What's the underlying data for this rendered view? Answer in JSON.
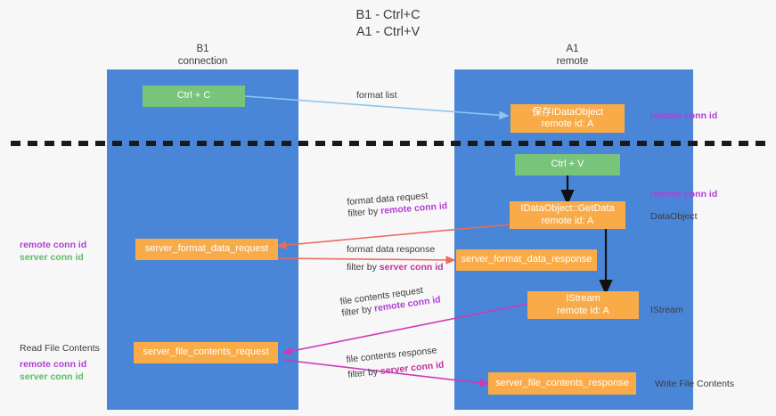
{
  "title": {
    "line1": "B1 - Ctrl+C",
    "line2": "A1 - Ctrl+V"
  },
  "columns": [
    {
      "name": "B1",
      "sub": "connection"
    },
    {
      "name": "A1",
      "sub": "remote"
    }
  ],
  "nodes": {
    "ctrl_c": {
      "line1": "Ctrl + C",
      "line2": "",
      "color": "#78c47a"
    },
    "save_idataobject": {
      "line1": "保存IDataObject",
      "line2": "remote id: A",
      "color": "#f9ab48"
    },
    "ctrl_v": {
      "line1": "Ctrl + V",
      "line2": "",
      "color": "#78c47a"
    },
    "getdata": {
      "line1": "IDataObject::GetData",
      "line2": "remote id: A",
      "color": "#f9ab48"
    },
    "fmt_req": {
      "line1": "server_format_data_request",
      "line2": "",
      "color": "#f9ab48"
    },
    "fmt_resp": {
      "line1": "server_format_data_response",
      "line2": "",
      "color": "#f9ab48"
    },
    "istream": {
      "line1": "IStream",
      "line2": "remote id: A",
      "color": "#f9ab48"
    },
    "file_req": {
      "line1": "server_file_contents_request",
      "line2": "",
      "color": "#f9ab48"
    },
    "file_resp": {
      "line1": "server_file_contents_response",
      "line2": "",
      "color": "#f9ab48"
    }
  },
  "edge_labels": {
    "format_list": "format list",
    "fmt_data_request": "format data request",
    "fmt_data_request_filter_pre": "filter by ",
    "fmt_data_request_filter_key": "remote conn id",
    "fmt_data_response": "format data response",
    "fmt_data_response_filter_pre": "filter by ",
    "fmt_data_response_filter_key": "server conn id",
    "file_contents_request": "file contents request",
    "file_contents_request_filter_pre": "filter by ",
    "file_contents_request_filter_key": "remote conn id",
    "file_contents_response": "file contents response",
    "file_contents_response_filter_pre": "filter by ",
    "file_contents_response_filter_key": "server conn id"
  },
  "annotations": {
    "right_remote_conn_id_top": "remote conn id",
    "right_remote_conn_id_mid": "remote conn id",
    "right_dataobject": "DataObject",
    "right_istream": "IStream",
    "right_write_file_contents": "Write File Contents",
    "left_remote_conn_id_mid": "remote conn id",
    "left_server_conn_id_mid": "server conn id",
    "left_read_file_contents": "Read File Contents",
    "left_remote_conn_id_bot": "remote conn id",
    "left_server_conn_id_bot": "server conn id"
  },
  "colors": {
    "lane": "#4a86d8",
    "green_node": "#78c47a",
    "orange_node": "#f9ab48",
    "purple": "#b23fd4",
    "magenta": "#c2339e",
    "green_text": "#5fba6a",
    "arrow_blue": "#8ec6ef",
    "arrow_red": "#ea6a5e",
    "arrow_magenta": "#cc3ab8",
    "arrow_black": "#111111",
    "divider": "#1a1a1a",
    "background": "#f7f7f7"
  }
}
